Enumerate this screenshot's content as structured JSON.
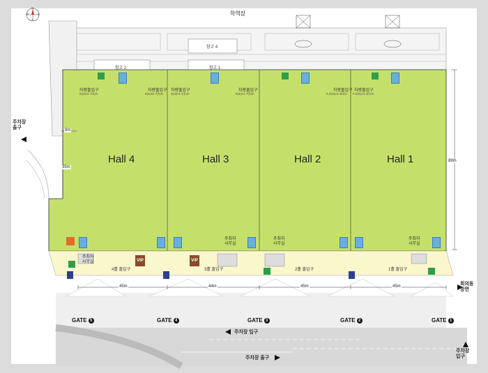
{
  "map": {
    "top_label": "하역장",
    "halls": [
      {
        "label": "Hall 4"
      },
      {
        "label": "Hall 3"
      },
      {
        "label": "Hall 2"
      },
      {
        "label": "Hall 1"
      }
    ],
    "storage": [
      "창고 4",
      "창고 2",
      "창고 1"
    ],
    "vehicle_entrances": [
      {
        "label": "차량출입구",
        "size": "6(w)x4.7(h)m"
      },
      {
        "label": "차량출입구",
        "size": "6(w)x4.7(h)m"
      },
      {
        "label": "차량출입구",
        "size": "6(w)x4.7(h)m"
      },
      {
        "label": "차량출입구",
        "size": "5(w)x4.7(h)m"
      },
      {
        "label": "차량출입구",
        "size": "5.2(w)x4.4(h)m"
      },
      {
        "label": "차량출입구",
        "size": "5.2(w)x4.4(h)m"
      }
    ],
    "dims": {
      "left_small": "8m",
      "left_side": "35m",
      "right_side": "89m",
      "bottom": [
        "45m",
        "44m",
        "45m",
        "45m"
      ]
    },
    "entrances": [
      "4홀 출입구",
      "3홀 출입구",
      "2홀 출입구",
      "1홀 출입구"
    ],
    "offices": [
      "주최자 사무실",
      "주최자 사무실",
      "주최자 사무실",
      "주최자 사무실"
    ],
    "vip": [
      "VIP",
      "VIP"
    ],
    "gates": [
      {
        "label": "GATE",
        "num": "5"
      },
      {
        "label": "GATE",
        "num": "4"
      },
      {
        "label": "GATE",
        "num": "3"
      },
      {
        "label": "GATE",
        "num": "2"
      },
      {
        "label": "GATE",
        "num": "1"
      }
    ],
    "parking_exit_left": "주차장 출구",
    "parking_entrance": "주차장 입구",
    "parking_exit_bottom": "주차장 출구",
    "parking_entrance_right": "주차장 입구",
    "conference_dir": "회의동 방면",
    "compass": {
      "n": "N",
      "s": "S",
      "e": "E",
      "w": "W"
    },
    "colors": {
      "hall_fill": "#c5e06a",
      "lobby_fill": "#fbf7cc",
      "sign_blue": "#6aaee0",
      "sign_green": "#2f9e4a",
      "vip_brown": "#8a4a2a"
    }
  }
}
